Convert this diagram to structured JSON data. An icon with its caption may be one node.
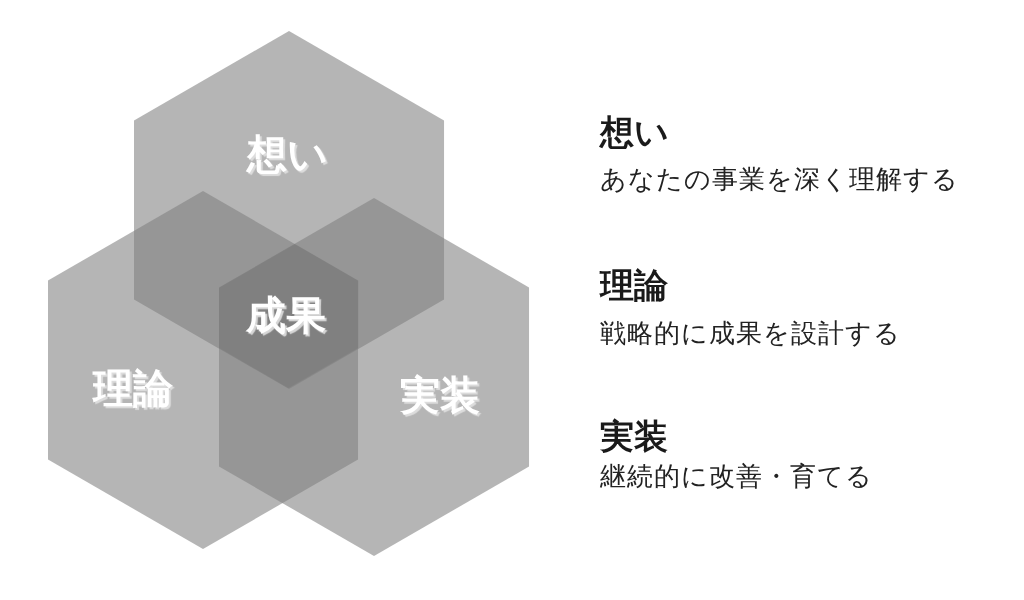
{
  "diagram": {
    "nodes": [
      {
        "text": [
          "想い"
        ]
      },
      {
        "text": [
          "成果"
        ]
      },
      {
        "text": [
          "理論"
        ]
      },
      {
        "text": [
          "実装"
        ]
      }
    ],
    "labels": [
      "想い",
      "あなたの事業を深く理解する",
      "理論",
      "戦略的に成果を設計する",
      "実装",
      "継続的に改善・育てる"
    ]
  }
}
